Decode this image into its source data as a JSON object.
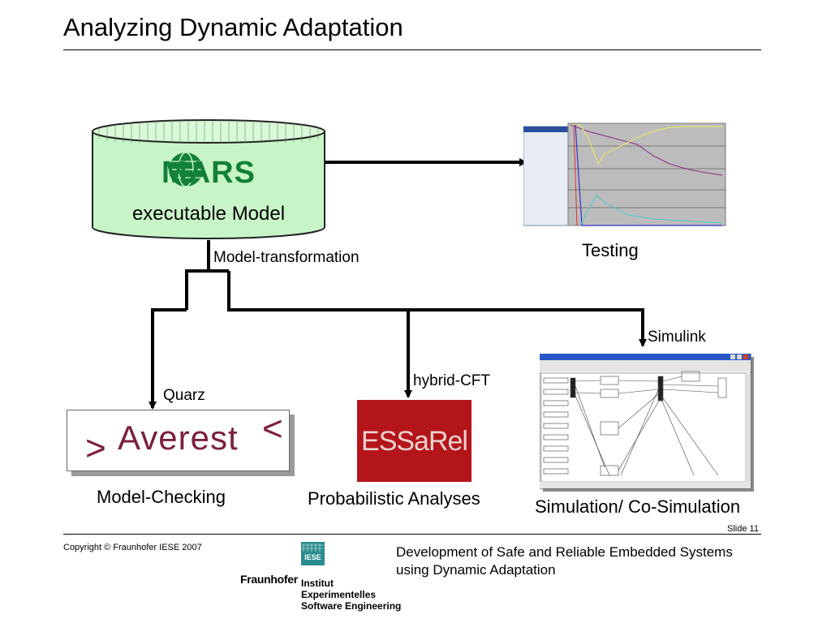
{
  "title": "Analyzing Dynamic Adaptation",
  "nodes": {
    "mars": {
      "logo": "MARS",
      "label": "executable Model"
    },
    "testing": {
      "label": "Testing"
    },
    "averest": {
      "logo_text": "Averest",
      "label": "Model-Checking"
    },
    "essarel": {
      "logo_text": "ESSaRel",
      "label": "Probabilistic Analyses"
    },
    "simulation": {
      "label": "Simulation/ Co-Simulation"
    }
  },
  "edges": {
    "model_transformation": "Model-transformation",
    "quarz": "Quarz",
    "hybrid_cft": "hybrid-CFT",
    "simulink": "Simulink"
  },
  "footer": {
    "copyright": "Copyright © Fraunhofer IESE 2007",
    "slide": "Slide 11",
    "description_line1": "Development of Safe and Reliable Embedded Systems",
    "description_line2": "using Dynamic Adaptation",
    "logo": {
      "brand": "Fraunhofer",
      "badge": "IESE",
      "line1": "Institut",
      "line2": "Experimentelles",
      "line3": "Software Engineering"
    }
  },
  "colors": {
    "mars_green": "#128038",
    "cylinder_fill": "#c8f5c8",
    "essarel_red": "#b3151b",
    "averest_maroon": "#7a1f3a",
    "iese_teal": "#2a8c8f"
  }
}
